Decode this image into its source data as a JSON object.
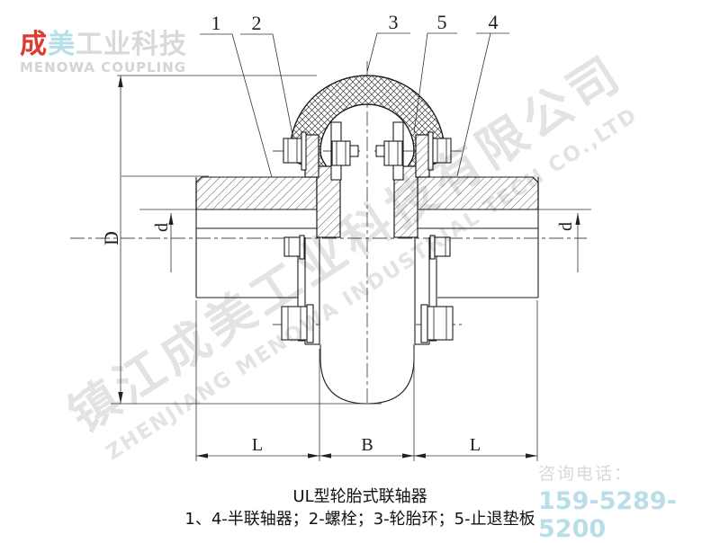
{
  "logo": {
    "brand_char_red": "成",
    "brand_char_cyan": "美",
    "brand_rest": "工业科技",
    "brand_en": "MENOWA COUPLING"
  },
  "part_labels": {
    "p1": "1",
    "p2": "2",
    "p3": "3",
    "p5": "5",
    "p4": "4"
  },
  "dims": {
    "overall_diameter": "D",
    "bore_left": "d",
    "bore_right": "d",
    "hub_length_left": "L",
    "tire_width": "B",
    "hub_length_right": "L"
  },
  "caption": {
    "title": "UL型轮胎式联轴器",
    "legend": "1、4-半联轴器；2-螺栓；3-轮胎环；5-止退垫板"
  },
  "contact": {
    "label": "咨询电话：",
    "phone": "159-5289-5200"
  },
  "watermark": {
    "line_cn": "镇江成美工业科技有限公司",
    "line_en": "ZHENJIANG MENOWA INDUSTRIAL TECH CO.,LTD"
  },
  "colors": {
    "brand_red": "#dd3a31",
    "brand_cyan": "#b5dfe9",
    "light_gray": "#d9d9d9",
    "line": "#1c1c1c"
  }
}
